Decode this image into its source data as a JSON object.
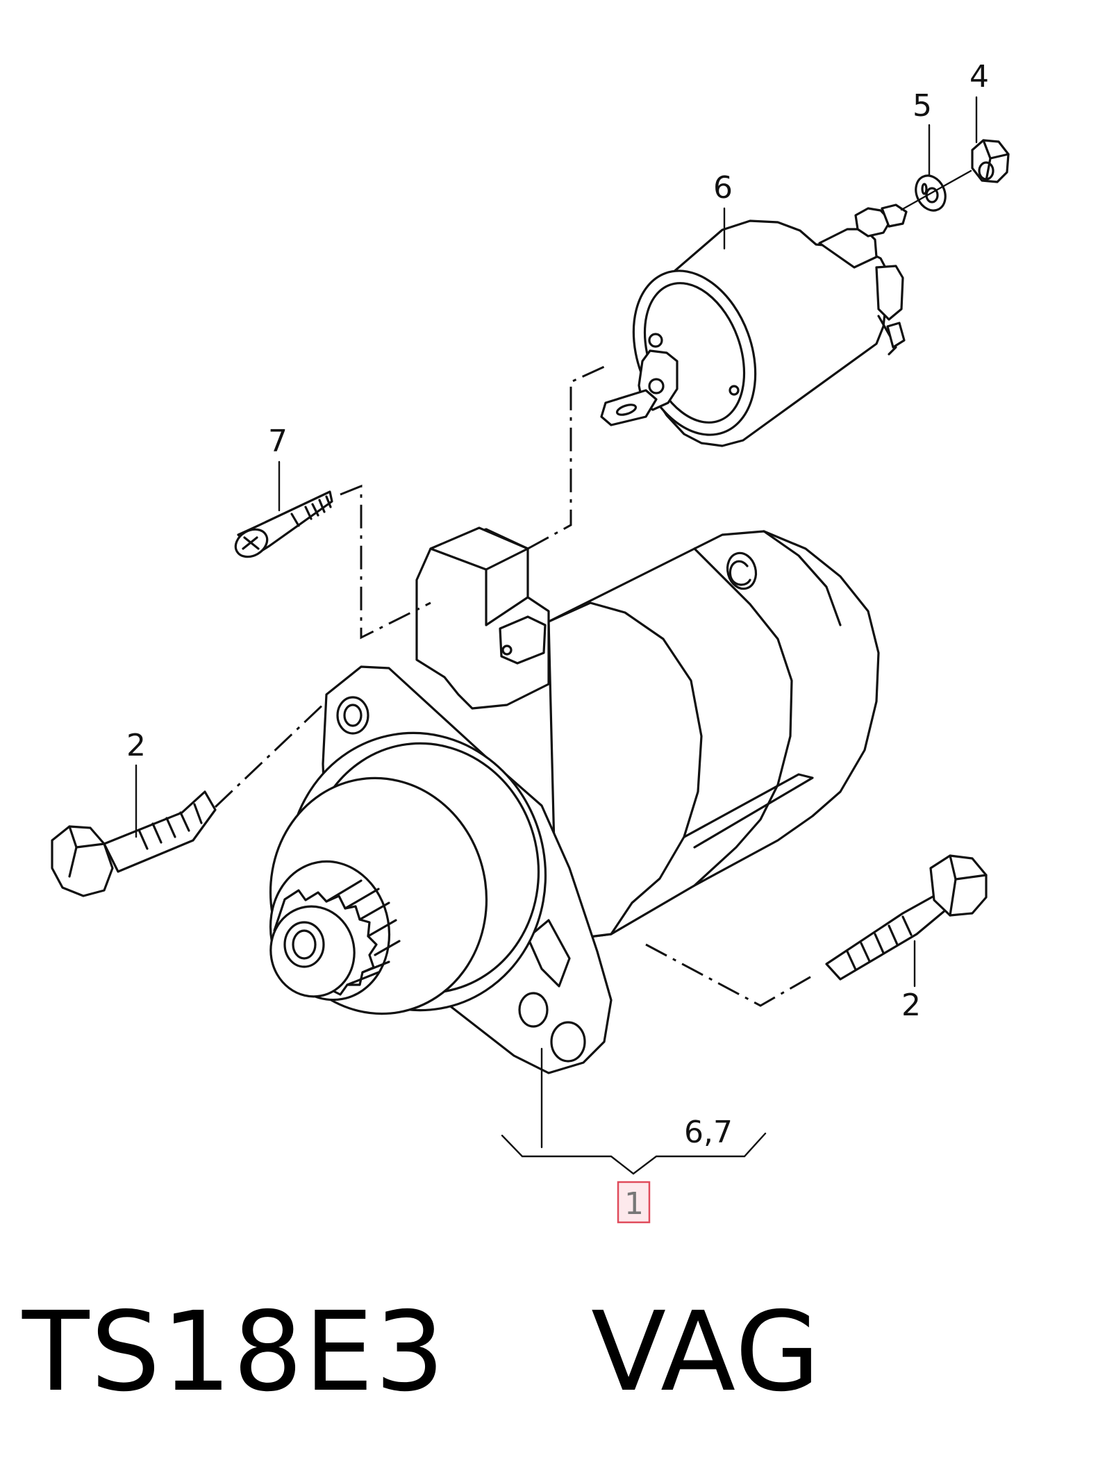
{
  "title": "TS18E3    VAG",
  "callouts": {
    "c1": "1",
    "c2a": "2",
    "c2b": "2",
    "c4": "4",
    "c5": "5",
    "c6": "6",
    "c7": "7",
    "c67": "6,7"
  },
  "colors": {
    "highlight_fill": "#fde9ec",
    "highlight_border": "#e04b5b",
    "line": "#111111"
  }
}
